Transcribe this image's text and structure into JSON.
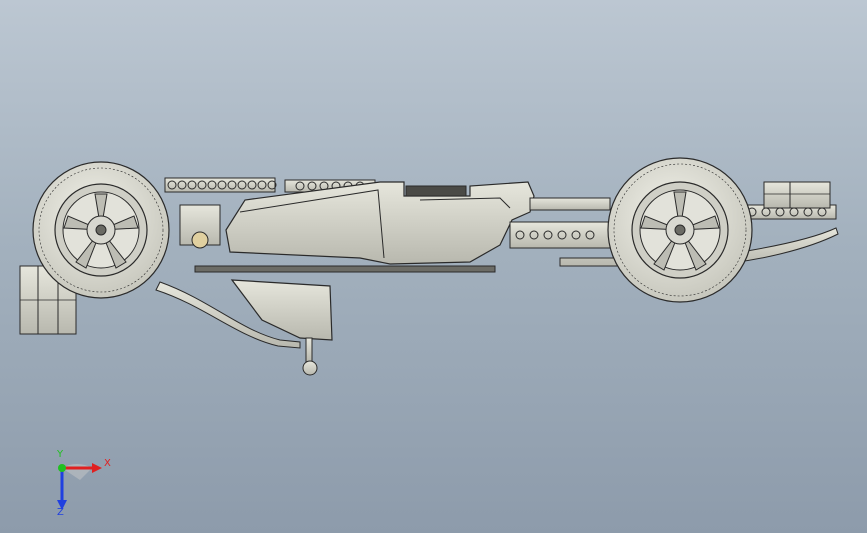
{
  "viewport": {
    "background_top": "#bcc7d2",
    "background_bottom": "#8d9bab"
  },
  "model": {
    "part_color": "#dcdcd2",
    "edge_color": "#2a2a2a"
  },
  "triad": {
    "x_label": "X",
    "y_label": "Y",
    "z_label": "Z",
    "x_color": "#e02020",
    "y_color": "#20c020",
    "z_color": "#2040e0"
  }
}
